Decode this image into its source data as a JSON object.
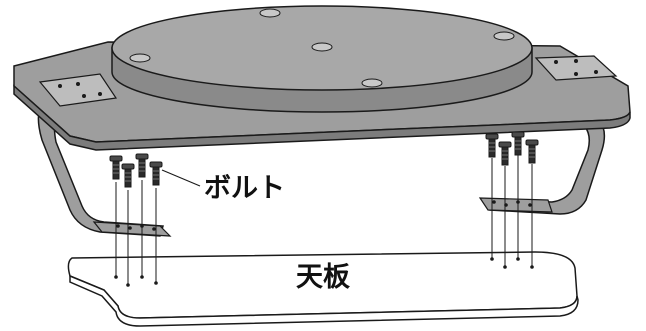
{
  "labels": {
    "bolt": "ボルト",
    "top_board": "天板"
  },
  "colors": {
    "stand_fill": "#9e9e9e",
    "stand_dark": "#7c7c7c",
    "stand_light": "#bdbdbd",
    "outline": "#1a1a1a",
    "board_fill": "#ffffff",
    "background": "#ffffff"
  },
  "parts": {
    "bolt_count_left": 4,
    "bolt_count_right": 4
  }
}
